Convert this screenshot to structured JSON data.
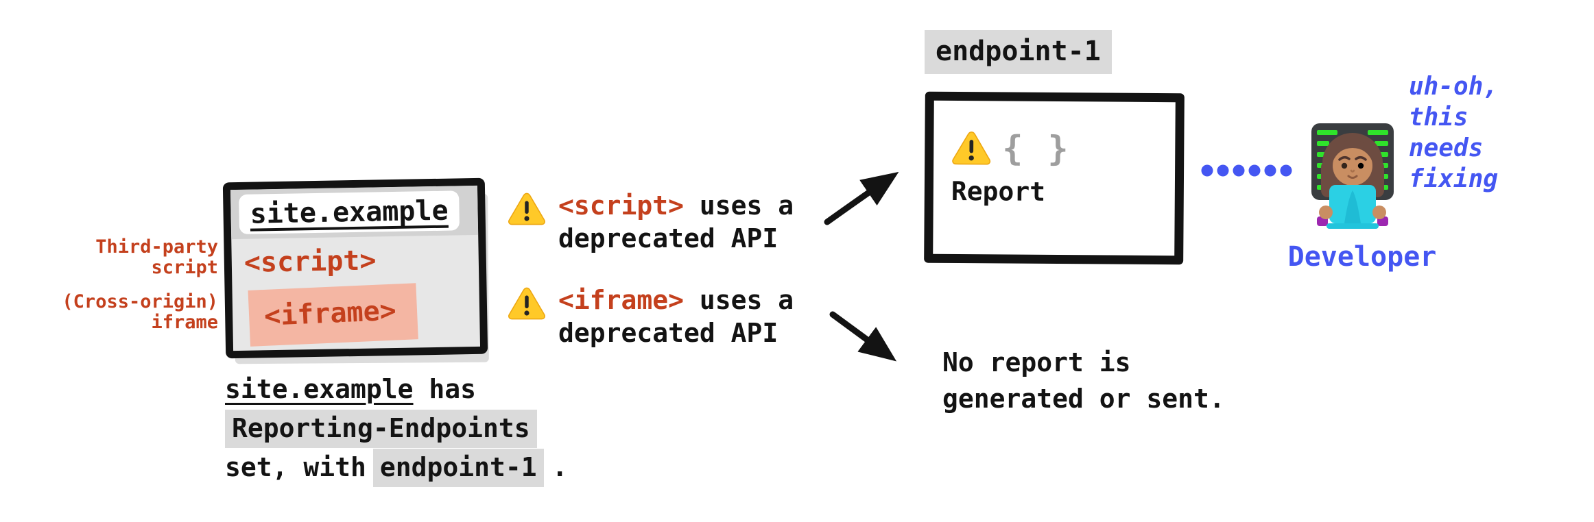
{
  "colors": {
    "code_red": "#c4401d",
    "accent_blue": "#4456f2",
    "chip_gray": "#dadada",
    "iframe_highlight": "#f4b6a3",
    "ink": "#131313",
    "warning_yellow": "#ffc928"
  },
  "browser_window": {
    "title": "site.example",
    "script_tag": "<script>",
    "iframe_tag": "<iframe>"
  },
  "side_labels": {
    "third_party": [
      "Third-party",
      "script"
    ],
    "cross_origin": [
      "(Cross-origin)",
      "iframe"
    ]
  },
  "caption": {
    "site": "site.example",
    "after_site": " has",
    "header_name": "Reporting-Endpoints",
    "line3_prefix": "set, with",
    "endpoint": "endpoint-1",
    "line3_suffix": "."
  },
  "warnings": [
    {
      "tag": "<script>",
      "after_tag": " uses a",
      "line2": "deprecated API"
    },
    {
      "tag": "<iframe>",
      "after_tag": " uses a",
      "line2": "deprecated API"
    }
  ],
  "endpoint_box": {
    "label": "endpoint-1",
    "braces": "{ }",
    "report": "Report"
  },
  "no_report": {
    "line1": "No report is",
    "line2": "generated or sent."
  },
  "developer": {
    "label": "Developer",
    "thought": [
      "uh-oh,",
      "this",
      "needs",
      "fixing"
    ]
  }
}
